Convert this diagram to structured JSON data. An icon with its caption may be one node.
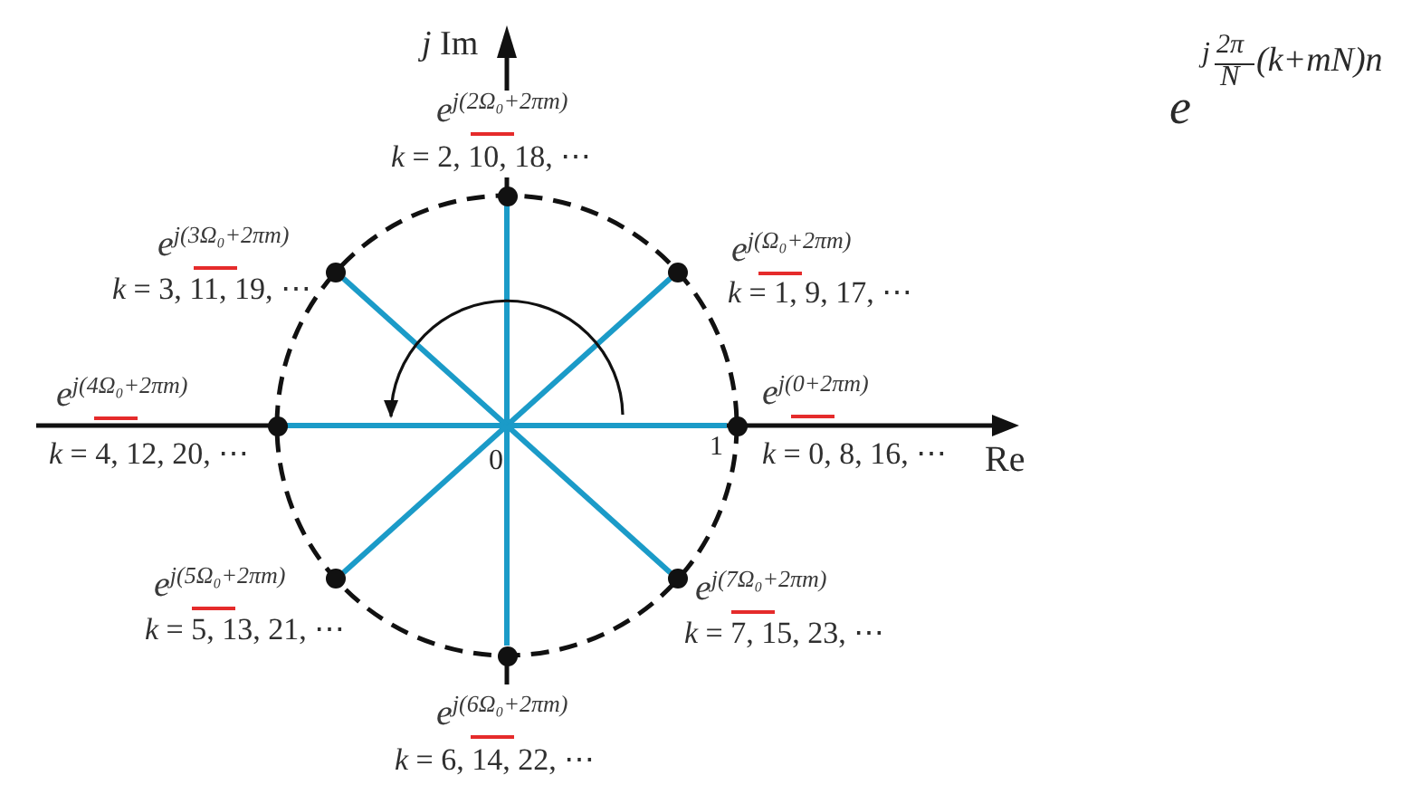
{
  "diagram": {
    "nodes": [
      {
        "text": [],
        "shape": "circle",
        "beside": [
          "e$^{j(0+2πm)}$",
          "*k* = 0, 8, 16, ⋯"
        ]
      },
      {
        "text": [],
        "shape": "circle",
        "beside": [
          "e$^{j(Ω₀+2πm)}$",
          "*k* = 1, 9, 17, ⋯"
        ]
      },
      {
        "text": [],
        "shape": "circle",
        "beside": [
          "e$^{j(2Ω₀+2πm)}$",
          "*k* = 2, 10, 18, ⋯"
        ]
      },
      {
        "text": [],
        "shape": "circle",
        "beside": [
          "e$^{j(3Ω₀+2πm)}$",
          "*k* = 3, 11, 19, ⋯"
        ]
      },
      {
        "text": [],
        "shape": "circle",
        "beside": [
          "e$^{j(4Ω₀+2πm)}$",
          "*k* = 4, 12, 20, ⋯"
        ]
      },
      {
        "text": [],
        "shape": "circle",
        "beside": [
          "e$^{j(5Ω₀+2πm)}$",
          "*k* = 5, 13, 21, ⋯"
        ]
      },
      {
        "text": [],
        "shape": "circle",
        "beside": [
          "e$^{j(6Ω₀+2πm)}$",
          "*k* = 6, 14, 22, ⋯"
        ]
      },
      {
        "text": [],
        "shape": "circle",
        "beside": [
          "e$^{j(7Ω₀+2πm)}$",
          "*k* = 7, 15, 23, ⋯"
        ]
      }
    ],
    "edges": [
      {
        "from": null,
        "to": 0,
        "arrow": "none"
      },
      {
        "from": null,
        "to": 1,
        "arrow": "none"
      },
      {
        "from": null,
        "to": 2,
        "arrow": "none"
      },
      {
        "from": null,
        "to": 3,
        "arrow": "none"
      },
      {
        "from": null,
        "to": 4,
        "arrow": "none"
      },
      {
        "from": null,
        "to": 5,
        "arrow": "none"
      },
      {
        "from": null,
        "to": 6,
        "arrow": "none"
      },
      {
        "from": null,
        "to": 7,
        "arrow": "none"
      }
    ],
    "labels": [
      "*j* Im",
      "e",
      "j",
      "2π",
      "N",
      "(k+mN)n",
      "0",
      "1",
      "Re"
    ]
  }
}
